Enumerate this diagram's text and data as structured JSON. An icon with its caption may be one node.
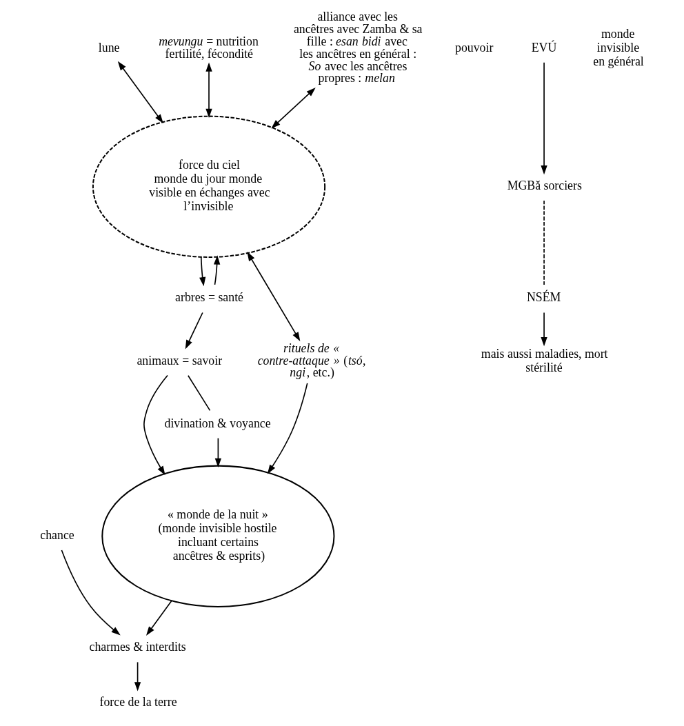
{
  "diagram": {
    "nodes": [
      {
        "text": [
          "force du ciel",
          "monde du jour monde visible en échanges avec l’invisible"
        ]
      },
      {
        "text": [
          "« monde de la nuit »",
          "(monde invisible hostile incluant certains ancêtres & esprits)"
        ]
      },
      {
        "text": [
          "lune"
        ]
      },
      {
        "text": [
          "*mevungu* = nutrition fertilité, fécondité"
        ]
      },
      {
        "text": [
          "arbres = santé"
        ]
      },
      {
        "text": [
          "animaux = savoir"
        ]
      },
      {
        "text": [
          "divination & voyance"
        ]
      },
      {
        "text": [
          "pouvoir"
        ]
      },
      {
        "text": [
          "mais aussi maladies, mort stérilité"
        ]
      },
      {
        "text": [
          "NSÉM"
        ]
      },
      {
        "text": [
          "MGBǎ sorciers"
        ]
      },
      {
        "text": [
          "EVÚ"
        ]
      },
      {
        "text": [
          "alliance avec les ancêtres avec Zamba & sa fille : *esan bidi* avec les ancêtres en général : *So* avec les ancêtres propres : *melan*"
        ]
      },
      {
        "text": [
          "*rituels de « contre-attaque »* (*tsó*, *ngi*, etc.)"
        ]
      },
      {
        "text": [
          "force de la terre"
        ]
      },
      {
        "text": [
          "charmes & interdits"
        ]
      },
      {
        "text": [
          "chance"
        ]
      }
    ],
    "edges": [
      {
        "from": 2,
        "to": 0,
        "arrow": "both"
      },
      {
        "from": 3,
        "to": 0,
        "arrow": "both"
      },
      {
        "from": 12,
        "to": 0,
        "arrow": "both"
      },
      {
        "from": 0,
        "to": 4,
        "arrow": "to"
      },
      {
        "from": 4,
        "to": 0,
        "arrow": "to"
      },
      {
        "from": 4,
        "to": 5,
        "arrow": "to"
      },
      {
        "from": 5,
        "to": 1,
        "arrow": "to"
      },
      {
        "from": 5,
        "to": 6,
        "arrow": "none"
      },
      {
        "from": 6,
        "to": 1,
        "arrow": "to"
      },
      {
        "from": 11,
        "to": 10,
        "arrow": "to"
      },
      {
        "from": 10,
        "to": 9,
        "arrow": "none",
        "style": "dashed"
      },
      {
        "from": 9,
        "to": 8,
        "arrow": "to"
      },
      {
        "from": 1,
        "to": 15,
        "arrow": "to"
      },
      {
        "from": 16,
        "to": 15,
        "arrow": "to"
      },
      {
        "from": 15,
        "to": 14,
        "arrow": "to"
      },
      {
        "from": 13,
        "to": 1,
        "arrow": "to"
      },
      {
        "from": 0,
        "to": 13,
        "arrow": "both"
      }
    ],
    "labels": [
      "monde invisible en général"
    ]
  }
}
